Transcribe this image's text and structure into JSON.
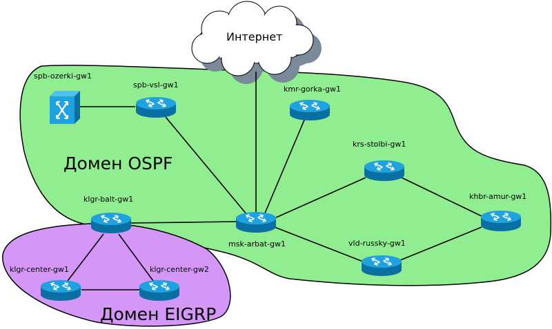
{
  "cloud": {
    "label": "Интернет"
  },
  "domains": {
    "ospf": {
      "label": "Домен OSPF",
      "color": "#90ee90"
    },
    "eigrp": {
      "label": "Домен EIGRP",
      "color": "#d597f7"
    }
  },
  "devices": {
    "spb_ozerki": {
      "label": "spb-ozerki-gw1",
      "type": "switch"
    },
    "spb_vsl": {
      "label": "spb-vsl-gw1",
      "type": "router"
    },
    "kmr_gorka": {
      "label": "kmr-gorka-gw1",
      "type": "router"
    },
    "krs_stolbi": {
      "label": "krs-stolbi-gw1",
      "type": "router"
    },
    "khbr_amur": {
      "label": "khbr-amur-gw1",
      "type": "router"
    },
    "vld_russky": {
      "label": "vld-russky-gw1",
      "type": "router"
    },
    "msk_arbat": {
      "label": "msk-arbat-gw1",
      "type": "router"
    },
    "klgr_balt": {
      "label": "klgr-balt-gw1",
      "type": "router"
    },
    "klgr_center1": {
      "label": "klgr-center-gw1",
      "type": "router"
    },
    "klgr_center2": {
      "label": "klgr-center-gw2",
      "type": "router"
    }
  },
  "colors": {
    "device": "#1fa3e0",
    "device_dark": "#0a6fa3",
    "cloud": "#ffffff",
    "cloud_shadow": "#7a8a99"
  }
}
